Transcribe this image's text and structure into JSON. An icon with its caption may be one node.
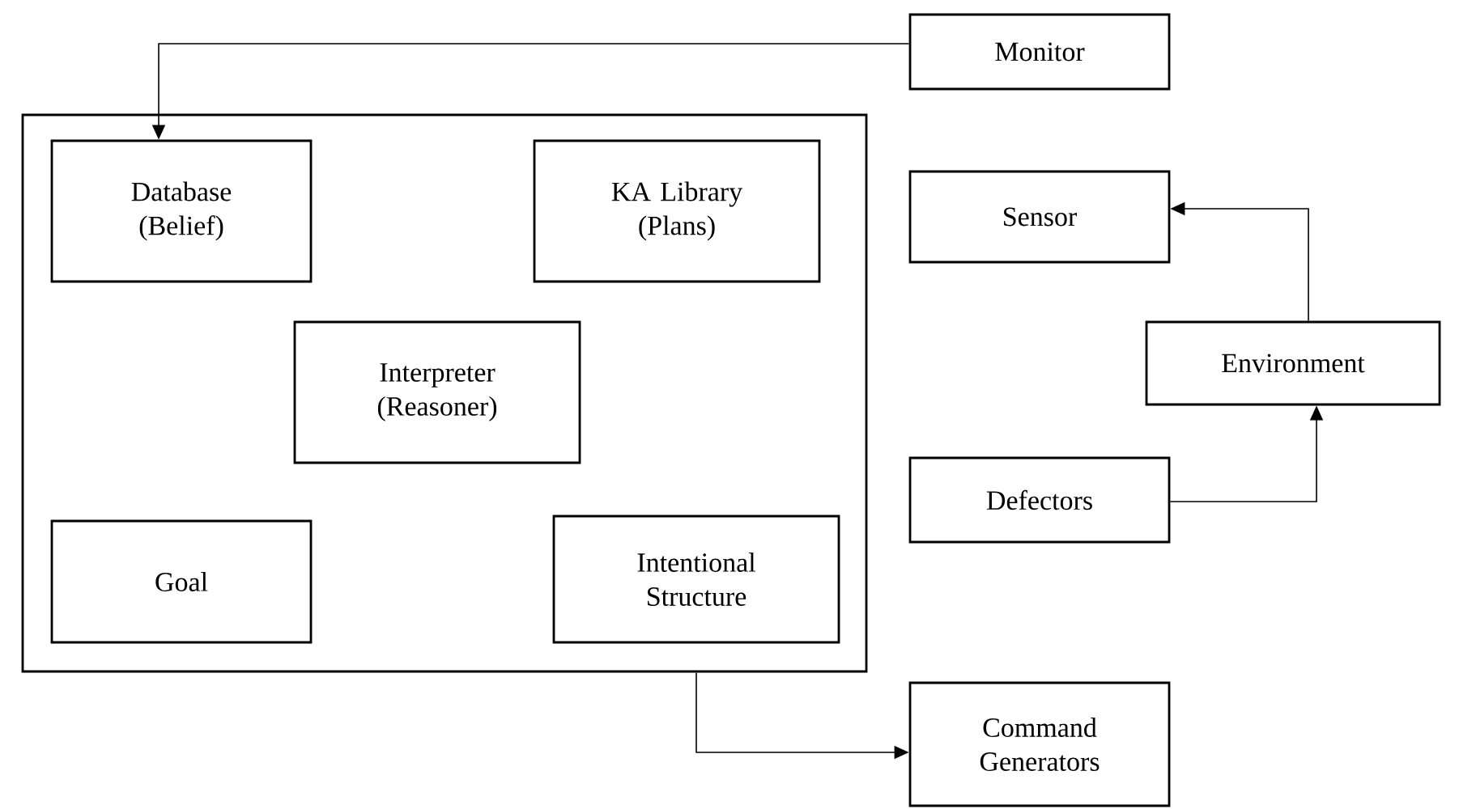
{
  "diagram": {
    "nodes": [
      {
        "text": [
          "Monitor"
        ]
      },
      {
        "text": [],
        "shape": "box"
      },
      {
        "text": [
          "Database (Belief)"
        ],
        "in": 1
      },
      {
        "text": [
          "KA Library (Plans)"
        ],
        "in": 1
      },
      {
        "text": [
          "Sensor"
        ]
      },
      {
        "text": [
          "Interpreter (Reasoner)"
        ],
        "in": 1
      },
      {
        "text": [
          "Environment"
        ]
      },
      {
        "text": [
          "Defectors"
        ]
      },
      {
        "text": [
          "Goal"
        ],
        "in": 1
      },
      {
        "text": [
          "Intentional Structure"
        ],
        "in": 1
      },
      {
        "text": [
          "Command Generators"
        ]
      }
    ],
    "edges": [
      {
        "from": 0,
        "to": 2,
        "arrow": "to"
      },
      {
        "from": 6,
        "to": 4,
        "arrow": "to"
      },
      {
        "from": 7,
        "to": 6,
        "arrow": "to"
      },
      {
        "from": 1,
        "to": 10,
        "arrow": "to"
      }
    ]
  }
}
